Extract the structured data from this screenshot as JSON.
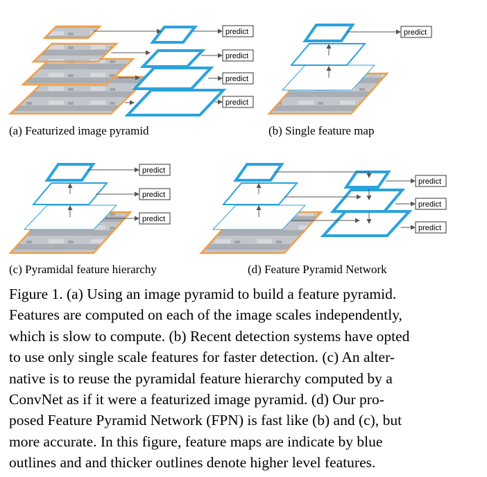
{
  "figure": {
    "predict_label": "predict",
    "panels": {
      "a": {
        "caption": "(a) Featurized image pyramid"
      },
      "b": {
        "caption": "(b) Single feature map"
      },
      "c": {
        "caption": "(c) Pyramidal feature hierarchy"
      },
      "d": {
        "caption": "(d) Feature Pyramid Network"
      }
    },
    "colors": {
      "feature_map_outline": "#2aa3dd",
      "image_outline": "#f0a04b",
      "image_fill": "#b9bcc2",
      "arrow": "#555555"
    }
  },
  "caption": {
    "lines": [
      "Figure 1. (a) Using an image pyramid to build a feature pyramid.",
      "Features are computed on each of the image scales independently,",
      "which is slow to compute. (b) Recent detection systems have opted",
      "to use only single scale features for faster detection. (c) An alter-",
      "native is to reuse the pyramidal feature hierarchy computed by a",
      "ConvNet as if it were a featurized image pyramid. (d) Our pro-",
      "posed Feature Pyramid Network (FPN) is fast like (b) and (c), but",
      "more accurate. In this figure, feature maps are indicate by blue",
      "outlines and and thicker outlines denote higher level features."
    ]
  }
}
